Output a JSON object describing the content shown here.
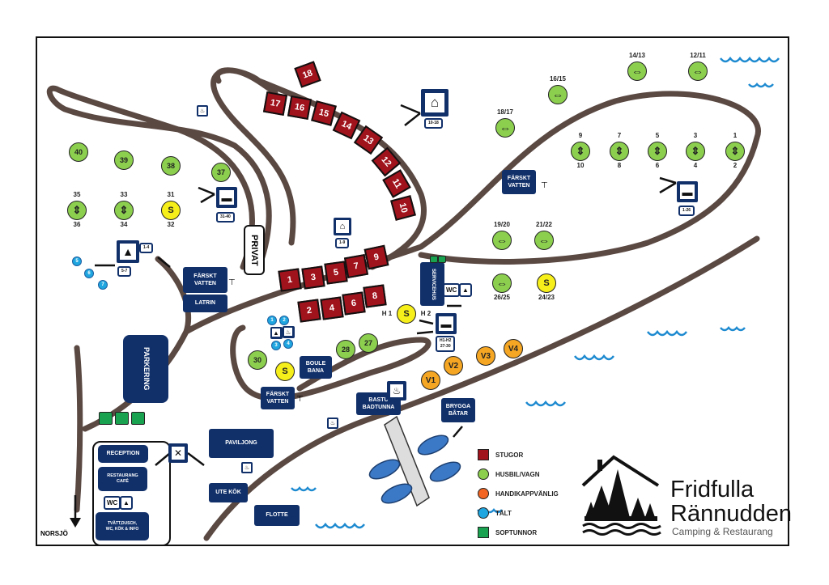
{
  "map": {
    "cabins": [
      "18",
      "17",
      "16",
      "15",
      "14",
      "13",
      "12",
      "11",
      "10",
      "1",
      "3",
      "5",
      "7",
      "9",
      "2",
      "4",
      "6",
      "8"
    ],
    "husbil_sites": [
      "40",
      "39",
      "38",
      "37",
      "30",
      "28",
      "27"
    ],
    "vertical_pairs": [
      {
        "top": "35",
        "bottom": "36"
      },
      {
        "top": "33",
        "bottom": "34"
      },
      {
        "top": "9",
        "bottom": "10"
      },
      {
        "top": "7",
        "bottom": "8"
      },
      {
        "top": "5",
        "bottom": "6"
      },
      {
        "top": "3",
        "bottom": "4"
      },
      {
        "top": "1",
        "bottom": "2"
      }
    ],
    "horizontal_pairs": [
      "14/13",
      "12/11",
      "16/15",
      "18/17",
      "19/20",
      "21/22",
      "26/25"
    ],
    "s_sites": [
      {
        "label": "S",
        "top": "31",
        "bottom": "32"
      },
      {
        "label": "S",
        "bottom": "24/23"
      },
      {
        "label": "S",
        "left": "H 1",
        "right": "H 2"
      },
      {
        "label": "S"
      }
    ],
    "accessible_sites": [
      "V1",
      "V2",
      "V3",
      "V4"
    ],
    "tent_sites_left": [
      "5",
      "6",
      "7"
    ],
    "tent_sites_center": [
      "1",
      "2",
      "3",
      "4"
    ],
    "boxes": {
      "farskt_vatten": "FÄRSKT\nVATTEN",
      "latrin": "LATRIN",
      "parkering": "PARKERING",
      "privat": "PRIVAT",
      "boule": "BOULE\nBANA",
      "bastu": "BASTU\nBADTUNNA",
      "brygga": "BRYGGA\nBÅTAR",
      "servicehus": "SERVICEHUS",
      "paviljong": "PAVILJONG",
      "ute_kok": "UTE KÖK",
      "flotte": "FLOTTE",
      "reception": "RECEPTION",
      "restaurang": "RESTAURANG\nCAFÉ",
      "tvatt": "TVÄTT,DUSCH,\nWC, KÖK & INFO",
      "wc": "WC"
    },
    "tags": {
      "cabins_10_18": "10-18",
      "caravan_31_40": "31-40",
      "caravan_1_26": "1-26",
      "caravan_h": "H1-H2\n27-30",
      "tent_1_4": "1-4",
      "tent_5_7": "5-7",
      "cabins_1_9": "1-9"
    },
    "road_label": "NORSJÖ"
  },
  "legend": [
    {
      "label": "STUGOR",
      "color": "#a0121c",
      "shape": "square"
    },
    {
      "label": "HUSBIL/VAGN",
      "color": "#8ccf4f",
      "shape": "circle"
    },
    {
      "label": "HANDIKAPPVÄNLIG",
      "color": "#f26522",
      "shape": "circle"
    },
    {
      "label": "TÄLT",
      "color": "#1fa6e0",
      "shape": "circle"
    },
    {
      "label": "SOPTUNNOR",
      "color": "#19a350",
      "shape": "square"
    }
  ],
  "logo": {
    "line1": "Fridfulla",
    "line2": "Rännudden",
    "tagline": "Camping & Restaurang"
  }
}
